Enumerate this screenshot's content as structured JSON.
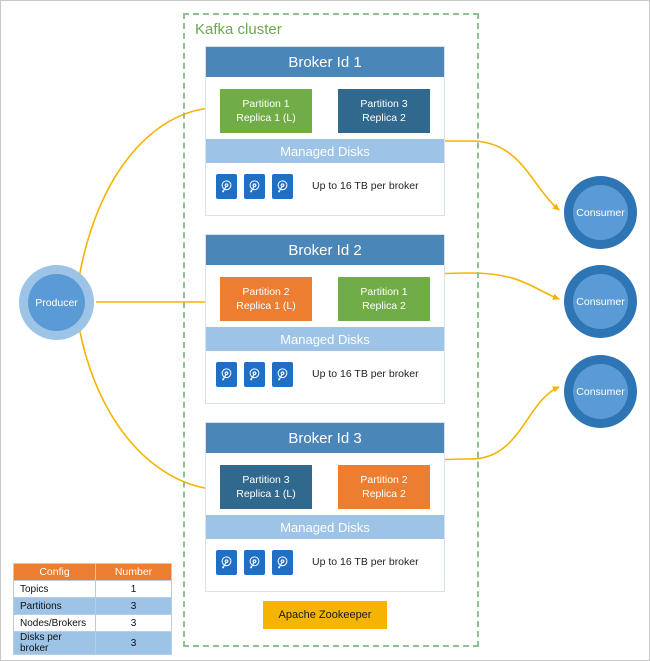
{
  "cluster": {
    "label": "Kafka cluster",
    "border_color": "#8fc08f",
    "label_color": "#6aa84f"
  },
  "producer": {
    "label": "Producer",
    "outer_color": "#9dc3e6",
    "inner_color": "#5b9bd5"
  },
  "consumers": [
    {
      "label": "Consumer"
    },
    {
      "label": "Consumer"
    },
    {
      "label": "Consumer"
    }
  ],
  "consumer_style": {
    "outer_color": "#2e75b6",
    "inner_color": "#5b9bd5"
  },
  "disks_section": {
    "header": "Managed Disks",
    "capacity": "Up to 16 TB per broker",
    "disk_count": 3,
    "header_color": "#9dc3e6",
    "icon_color": "#1f6fc4"
  },
  "brokers": [
    {
      "title": "Broker Id 1",
      "partitions": [
        {
          "line1": "Partition 1",
          "line2": "Replica 1 (L)",
          "color": "#70ad47"
        },
        {
          "line1": "Partition 3",
          "line2": "Replica 2",
          "color": "#31688e"
        }
      ]
    },
    {
      "title": "Broker Id 2",
      "partitions": [
        {
          "line1": "Partition 2",
          "line2": "Replica 1 (L)",
          "color": "#ed7d31"
        },
        {
          "line1": "Partition 1",
          "line2": "Replica 2",
          "color": "#70ad47"
        }
      ]
    },
    {
      "title": "Broker Id 3",
      "partitions": [
        {
          "line1": "Partition 3",
          "line2": "Replica 1 (L)",
          "color": "#31688e"
        },
        {
          "line1": "Partition 2",
          "line2": "Replica 2",
          "color": "#ed7d31"
        }
      ]
    }
  ],
  "zookeeper": {
    "label": "Apache Zookeeper",
    "color": "#f5b400"
  },
  "config_table": {
    "headers": [
      "Config",
      "Number"
    ],
    "rows": [
      {
        "key": "Topics",
        "value": "1"
      },
      {
        "key": "Partitions",
        "value": "3"
      },
      {
        "key": "Nodes/Brokers",
        "value": "3"
      },
      {
        "key": "Disks per broker",
        "value": "3"
      }
    ],
    "header_color": "#ed7d31",
    "alt_row_color": "#9dc3e6"
  },
  "arrows": {
    "color": "#f5b400",
    "broker_header_color": "#4a86b8"
  }
}
